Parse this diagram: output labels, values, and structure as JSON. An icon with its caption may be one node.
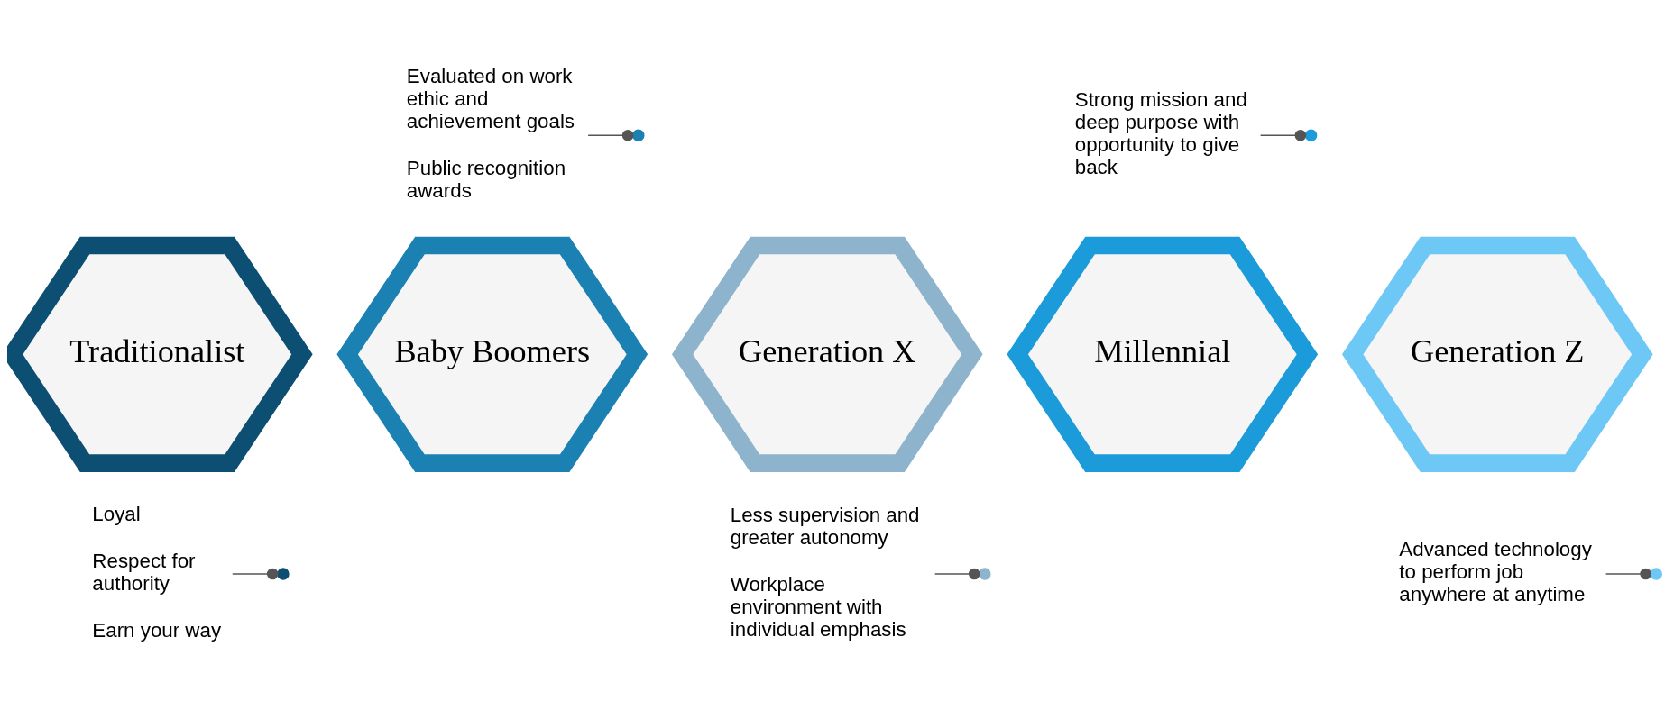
{
  "diagram": {
    "nodes": [
      {
        "text": [
          "Traditionalist"
        ]
      },
      {
        "text": [
          "Loyal",
          "Respect for authority",
          "Earn your way"
        ]
      },
      {
        "text": [
          "Baby Boomers"
        ]
      },
      {
        "text": [
          "Evaluated on work ethic and achievement goals",
          "Public recognition awards"
        ]
      },
      {
        "text": [
          "Generation X"
        ]
      },
      {
        "text": [
          "Less supervision and greater autonomy",
          "Workplace environment with individual emphasis"
        ]
      },
      {
        "text": [
          "Millennial"
        ]
      },
      {
        "text": [
          "Strong mission and deep purpose with opportunity to give back"
        ]
      },
      {
        "text": [
          "Generation Z"
        ]
      },
      {
        "text": [
          "Advanced technology to perform job anywhere at anytime"
        ]
      }
    ],
    "edges": [
      {
        "from": 1,
        "to": null,
        "arrow": "other"
      },
      {
        "from": 3,
        "to": null,
        "arrow": "other"
      },
      {
        "from": 5,
        "to": null,
        "arrow": "other"
      },
      {
        "from": 7,
        "to": null,
        "arrow": "other"
      },
      {
        "from": 9,
        "to": null,
        "arrow": "other"
      }
    ]
  }
}
